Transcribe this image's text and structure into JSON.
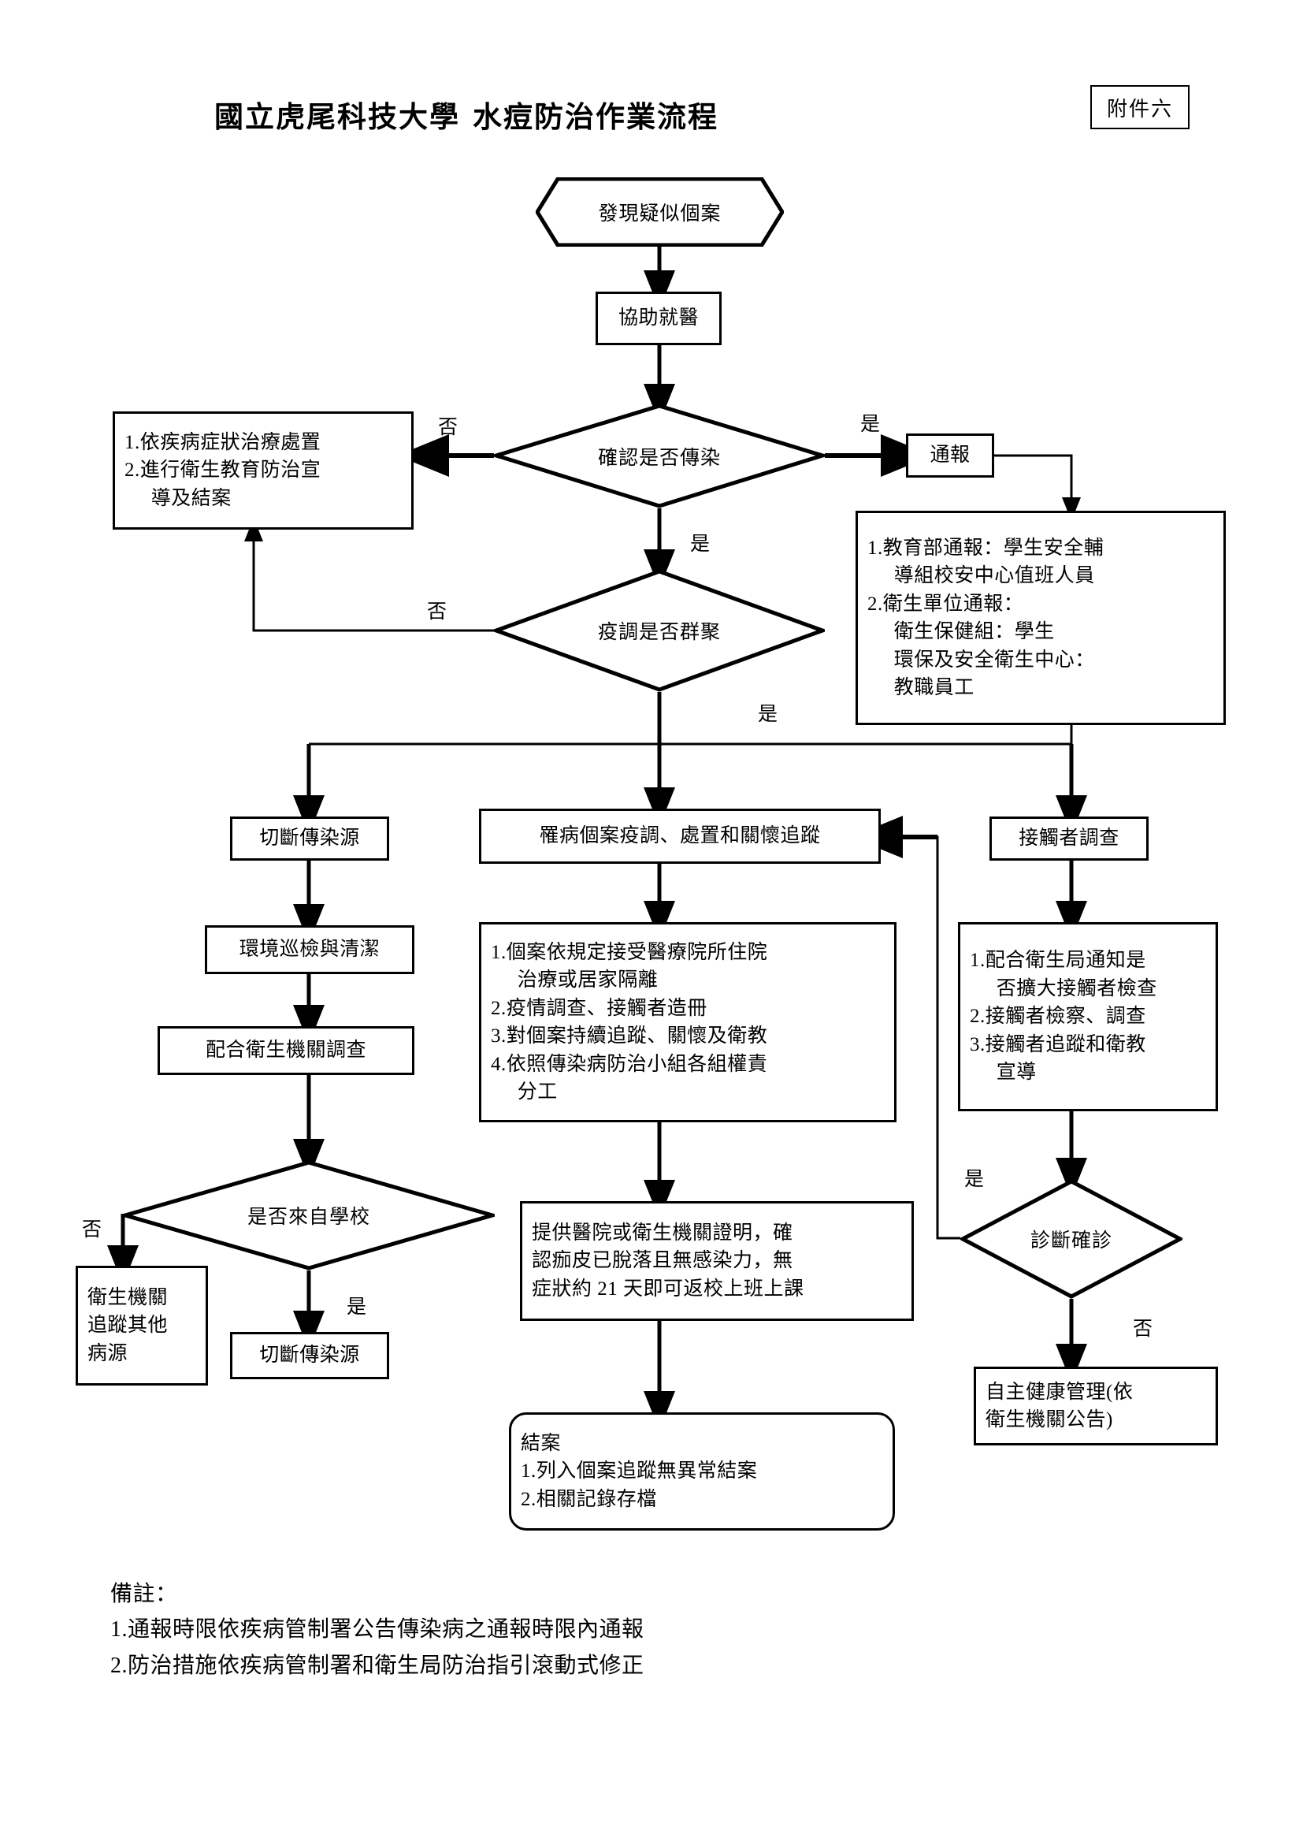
{
  "header": {
    "org_title": "國立虎尾科技大學",
    "doc_title": "水痘防治作業流程",
    "attachment_badge": "附件六"
  },
  "labels": {
    "yes": "是",
    "no": "否"
  },
  "nodes": {
    "start": "發現疑似個案",
    "assist_medical": "協助就醫",
    "decide_infectious": "確認是否傳染",
    "treat_box": {
      "line1": "1.依疾病症狀治療處置",
      "line2": "2.進行衛生教育防治宣",
      "line3": "導及結案"
    },
    "report": "通報",
    "report_detail": {
      "line1": "1.教育部通報：學生安全輔",
      "line2": "導組校安中心值班人員",
      "line3": "2.衛生單位通報：",
      "line4": "衛生保健組：學生",
      "line5": "環保及安全衛生中心：",
      "line6": "教職員工"
    },
    "decide_cluster": "疫調是否群聚",
    "cut_source_top": "切斷傳染源",
    "case_followup": "罹病個案疫調、處置和關懷追蹤",
    "contact_survey": "接觸者調查",
    "env_clean": "環境巡檢與清潔",
    "cooperate_health": "配合衛生機關調查",
    "case_measures": {
      "line1": "1.個案依規定接受醫療院所住院",
      "line2": "治療或居家隔離",
      "line3": "2.疫情調查、接觸者造冊",
      "line4": "3.對個案持續追蹤、關懷及衛教",
      "line5": "4.依照傳染病防治小組各組權責",
      "line6": "分工"
    },
    "contact_measures": {
      "line1": "1.配合衛生局通知是",
      "line2": "否擴大接觸者檢查",
      "line3": "2.接觸者檢察、調查",
      "line4": "3.接觸者追蹤和衛教",
      "line5": "宣導"
    },
    "decide_from_school": "是否來自學校",
    "health_agency_trace": {
      "line1": "衛生機關",
      "line2": "追蹤其他",
      "line3": "病源"
    },
    "cut_source_bottom": "切斷傳染源",
    "return_cert": {
      "line1": "提供醫院或衛生機關證明，確",
      "line2": "認痂皮已脫落且無感染力，無",
      "line3": "症狀約 21 天即可返校上班上課"
    },
    "decide_diagnosis": "診斷確診",
    "self_health": {
      "line1": "自主健康管理(依",
      "line2": "衛生機關公告)"
    },
    "close_case": {
      "line1": "結案",
      "line2": "1.列入個案追蹤無異常結案",
      "line3": "2.相關記錄存檔"
    }
  },
  "notes": {
    "heading": "備註：",
    "item1": "1.通報時限依疾病管制署公告傳染病之通報時限內通報",
    "item2": "2.防治措施依疾病管制署和衛生局防治指引滾動式修正"
  },
  "colors": {
    "stroke": "#000000",
    "background": "#ffffff"
  }
}
